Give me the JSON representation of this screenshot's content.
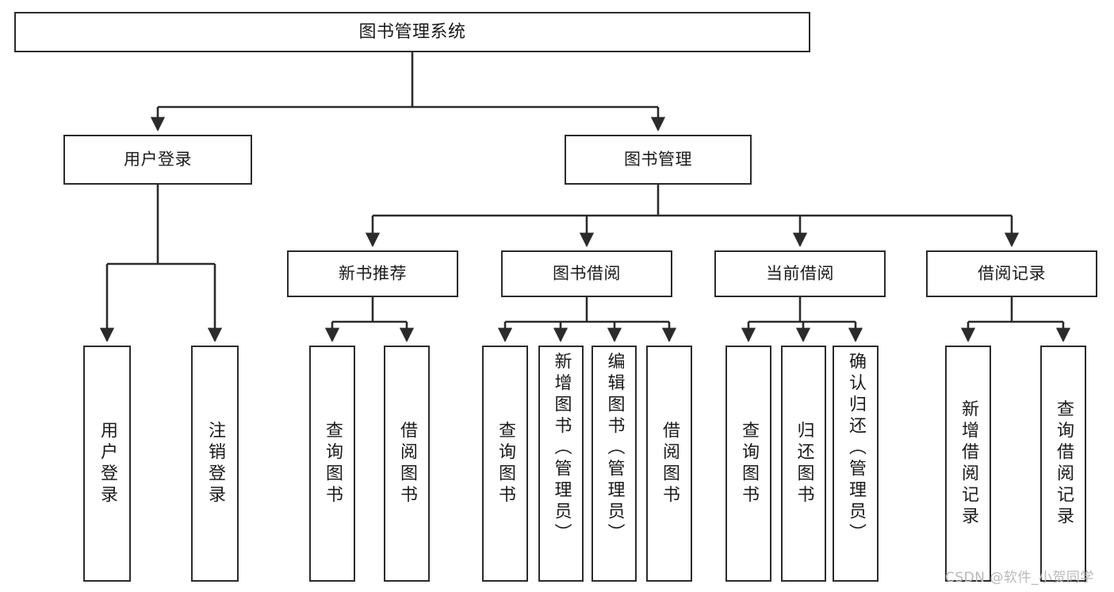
{
  "diagram": {
    "title": "图书管理系统",
    "type": "tree",
    "watermark": "CSDN @软件_小贺同学",
    "colors": {
      "border": "#2b2b2b",
      "fill": "#ffffff",
      "text": "#1a1a1a",
      "edge": "#2b2b2b",
      "watermark": "#b9b9b9"
    },
    "nodes": {
      "root": {
        "label": "图书管理系统"
      },
      "level1": [
        {
          "label": "用户登录"
        },
        {
          "label": "图书管理"
        }
      ],
      "level2": [
        {
          "label": "新书推荐"
        },
        {
          "label": "图书借阅"
        },
        {
          "label": "当前借阅"
        },
        {
          "label": "借阅记录"
        }
      ],
      "leaves": {
        "user_login": [
          {
            "label": "用户登录"
          },
          {
            "label": "注销登录"
          }
        ],
        "new_book_recommend": [
          {
            "label": "查询图书"
          },
          {
            "label": "借阅图书"
          }
        ],
        "book_borrow": [
          {
            "label": "查询图书"
          },
          {
            "label": "新增图书（管理员）"
          },
          {
            "label": "编辑图书（管理员）"
          },
          {
            "label": "借阅图书"
          }
        ],
        "current_borrow": [
          {
            "label": "查询图书"
          },
          {
            "label": "归还图书"
          },
          {
            "label": "确认归还（管理员）"
          }
        ],
        "borrow_record": [
          {
            "label": "新增借阅记录"
          },
          {
            "label": "查询借阅记录"
          }
        ]
      }
    }
  }
}
